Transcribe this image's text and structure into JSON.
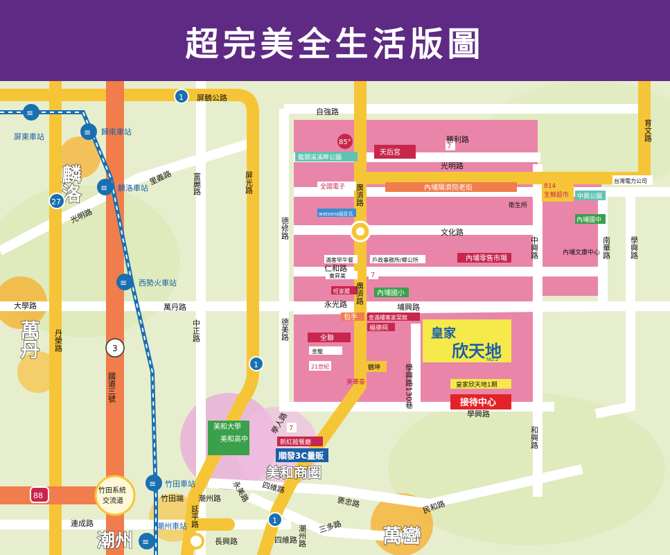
{
  "header": {
    "title": "超完美全生活版圖"
  },
  "roads": {
    "pingeh": "屏鵝公路",
    "ziqiang": "自強路",
    "shengli": "勝利路",
    "guangming": "光明路",
    "wenhua": "文化路",
    "renhe": "仁和路",
    "yongguang": "永光路",
    "puxing": "埔興路",
    "xuexing": "學興路",
    "daxue": "大學路",
    "wandan": "萬丹路",
    "lii": "里義路",
    "guangbei": "光明路",
    "pingguang": "屏光路",
    "fuli": "富麗路",
    "dexiu": "德修路",
    "demei": "德美路",
    "guangji": "廣濟路",
    "zhongzheng": "中正路",
    "danrong": "丹榮路",
    "zhongxing": "中興路",
    "nanhua": "南華路",
    "xuexing2": "學興路",
    "yuwen": "育文路",
    "hehe": "和興路",
    "xuexing130": "學興路130巷",
    "xueren": "學人路",
    "yongmei": "永美路",
    "siwei": "四維路",
    "chaozhou": "潮州路",
    "zhuantian": "竹田端",
    "yanping": "延平路",
    "lianc": "連成路",
    "changxing": "長興路",
    "siwei2": "四維路",
    "chaozhou2": "潮州路",
    "sanduo": "三多路",
    "xiaozhong": "褒忠路",
    "minhe": "民和路"
  },
  "towns": {
    "linluo": "麟洛",
    "wandan": "萬丹",
    "chaozhou": "潮州",
    "wanluan": "萬巒",
    "meihe": "美和商圈"
  },
  "stations": {
    "pingtung": "屏東車站",
    "guilai": "歸來車站",
    "linluo": "麟洛車站",
    "xishi": "西勢火車站",
    "zhutian": "竹田車站",
    "chaozhou": "潮州車站"
  },
  "shields": {
    "r1a": "1",
    "r1b": "1",
    "r1c": "1",
    "r27": "27",
    "r3": "3",
    "r88": "88"
  },
  "interchange": {
    "line1": "竹田系統",
    "line2": "交流道"
  },
  "freeway": "國道三號",
  "poi": {
    "p85": "85°",
    "tianhou": "天后宮",
    "park": "龍頸溪溪畔公園",
    "quanguo": "全國電子",
    "watsons": "watsons屈臣氏",
    "oldstreet": "內埔陽濟院老街",
    "market814a": "814",
    "market814b": "生鮮超市",
    "zhongxingpark": "中興公園",
    "taipower": "台灣電力公司",
    "clinic": "衛生所",
    "neipuzhong": "內埔國中",
    "culture": "內埔文康中心",
    "breakfast": "滿客早午餐",
    "office": "戶政事務所/鄉公所",
    "retail": "內埔零售市場",
    "dongsheng": "東昇美",
    "wangjia": "旺家腸",
    "baoshou": "包手",
    "neipuxiao": "內埔國小",
    "keji": "金滿樓客家菜館",
    "fudeci": "福德祠",
    "quanlian": "全聯",
    "meihua": "美華泰",
    "shiji": "21世紀",
    "kun": "鶴坤",
    "hk": "金龍",
    "meiheuni": "美和大學",
    "meihehigh": "美和高中",
    "hongzhen": "新紅館餐廳",
    "shunfa": "順發3C量販"
  },
  "project": {
    "brand": "皇家",
    "name": "欣天地",
    "no": "NO.2",
    "phase": "皇家欣天地1期",
    "reception": "接待中心"
  },
  "colors": {
    "header": "#5e2a84",
    "road": "#f6c537",
    "freeway": "#f07d4b",
    "rail": "#1a6fb0",
    "district": "#e985a9",
    "white": "#ffffff"
  }
}
